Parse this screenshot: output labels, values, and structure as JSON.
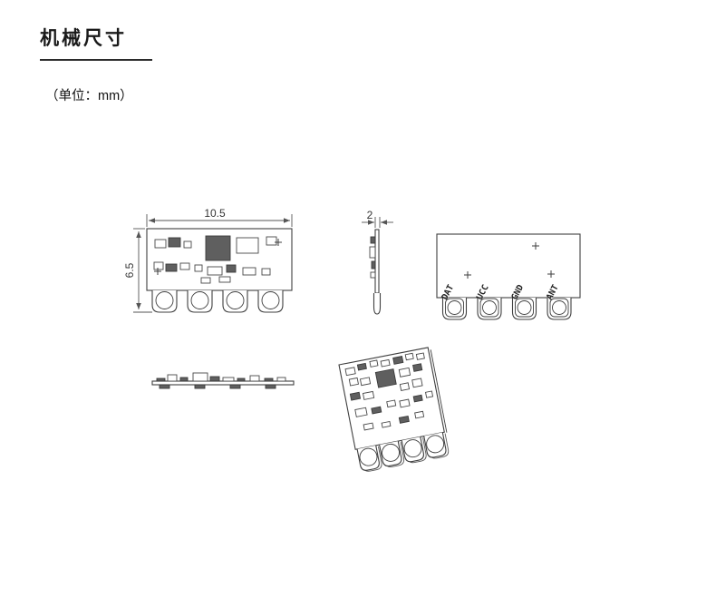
{
  "page": {
    "title": "机械尺寸",
    "unit_label": "（单位：mm）"
  },
  "drawing": {
    "dim_width": "10.5",
    "dim_height": "6.5",
    "dim_thickness": "2",
    "pad_labels": [
      "DAT",
      "UCC",
      "GND",
      "ANT"
    ],
    "line_color": "#3f3f3f",
    "dim_color": "#555555"
  }
}
